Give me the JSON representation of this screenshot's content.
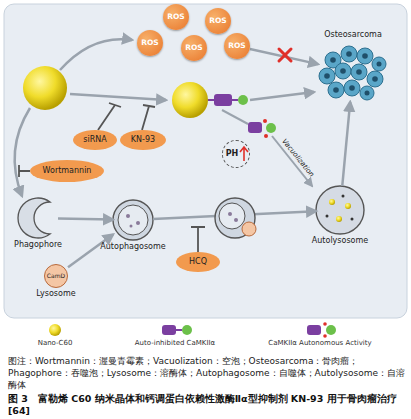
{
  "diagram": {
    "caption": "图 3　富勒烯 C60 纳米晶体和钙调蛋白依赖性激酶Ⅱα型抑制剂 KN-93 用于骨肉瘤治疗[64]",
    "nodes": [
      {
        "text": [
          "ROS"
        ]
      },
      {
        "text": [
          "ROS"
        ]
      },
      {
        "text": [
          "ROS"
        ]
      },
      {
        "text": [
          "ROS"
        ]
      },
      {
        "text": [
          "ROS"
        ]
      },
      {
        "text": [
          "Osteosarcoma"
        ]
      },
      {
        "text": [
          "Wortmannin"
        ]
      },
      {
        "text": [
          "siRNA"
        ]
      },
      {
        "text": [
          "KN-93"
        ]
      },
      {
        "text": [
          "PH"
        ]
      },
      {
        "text": [
          "Phagophore"
        ]
      },
      {
        "text": [
          "Autophagosome"
        ]
      },
      {
        "text": [
          "CamD",
          "Lysosome"
        ]
      },
      {
        "text": [
          "HCQ"
        ]
      },
      {
        "text": [
          "Autolysosome"
        ]
      }
    ],
    "edges": [
      {
        "from": 4,
        "to": 5,
        "arrow": "to"
      },
      {
        "from": 10,
        "to": 11,
        "arrow": "to"
      },
      {
        "from": 12,
        "to": 11,
        "arrow": "to"
      },
      {
        "from": 11,
        "to": 14,
        "arrow": "to"
      },
      {
        "from": 14,
        "to": 5,
        "arrow": "to"
      }
    ],
    "labels": [
      "Vacuolization",
      "图注：Wortmannin：渥曼青霉素；Vacuolization：空泡；Osteosarcoma：骨肉瘤；Phagophore：吞噬泡；Lysosome：溶酶体；Autophagosome：自噬体；Autolysosome：自溶酶体"
    ],
    "legend": [
      {
        "text": "Nano-C60"
      },
      {
        "text": "Auto-inhibited CaMKIIα"
      },
      {
        "text": "CaMKIIα Autonomous Activity"
      }
    ]
  }
}
